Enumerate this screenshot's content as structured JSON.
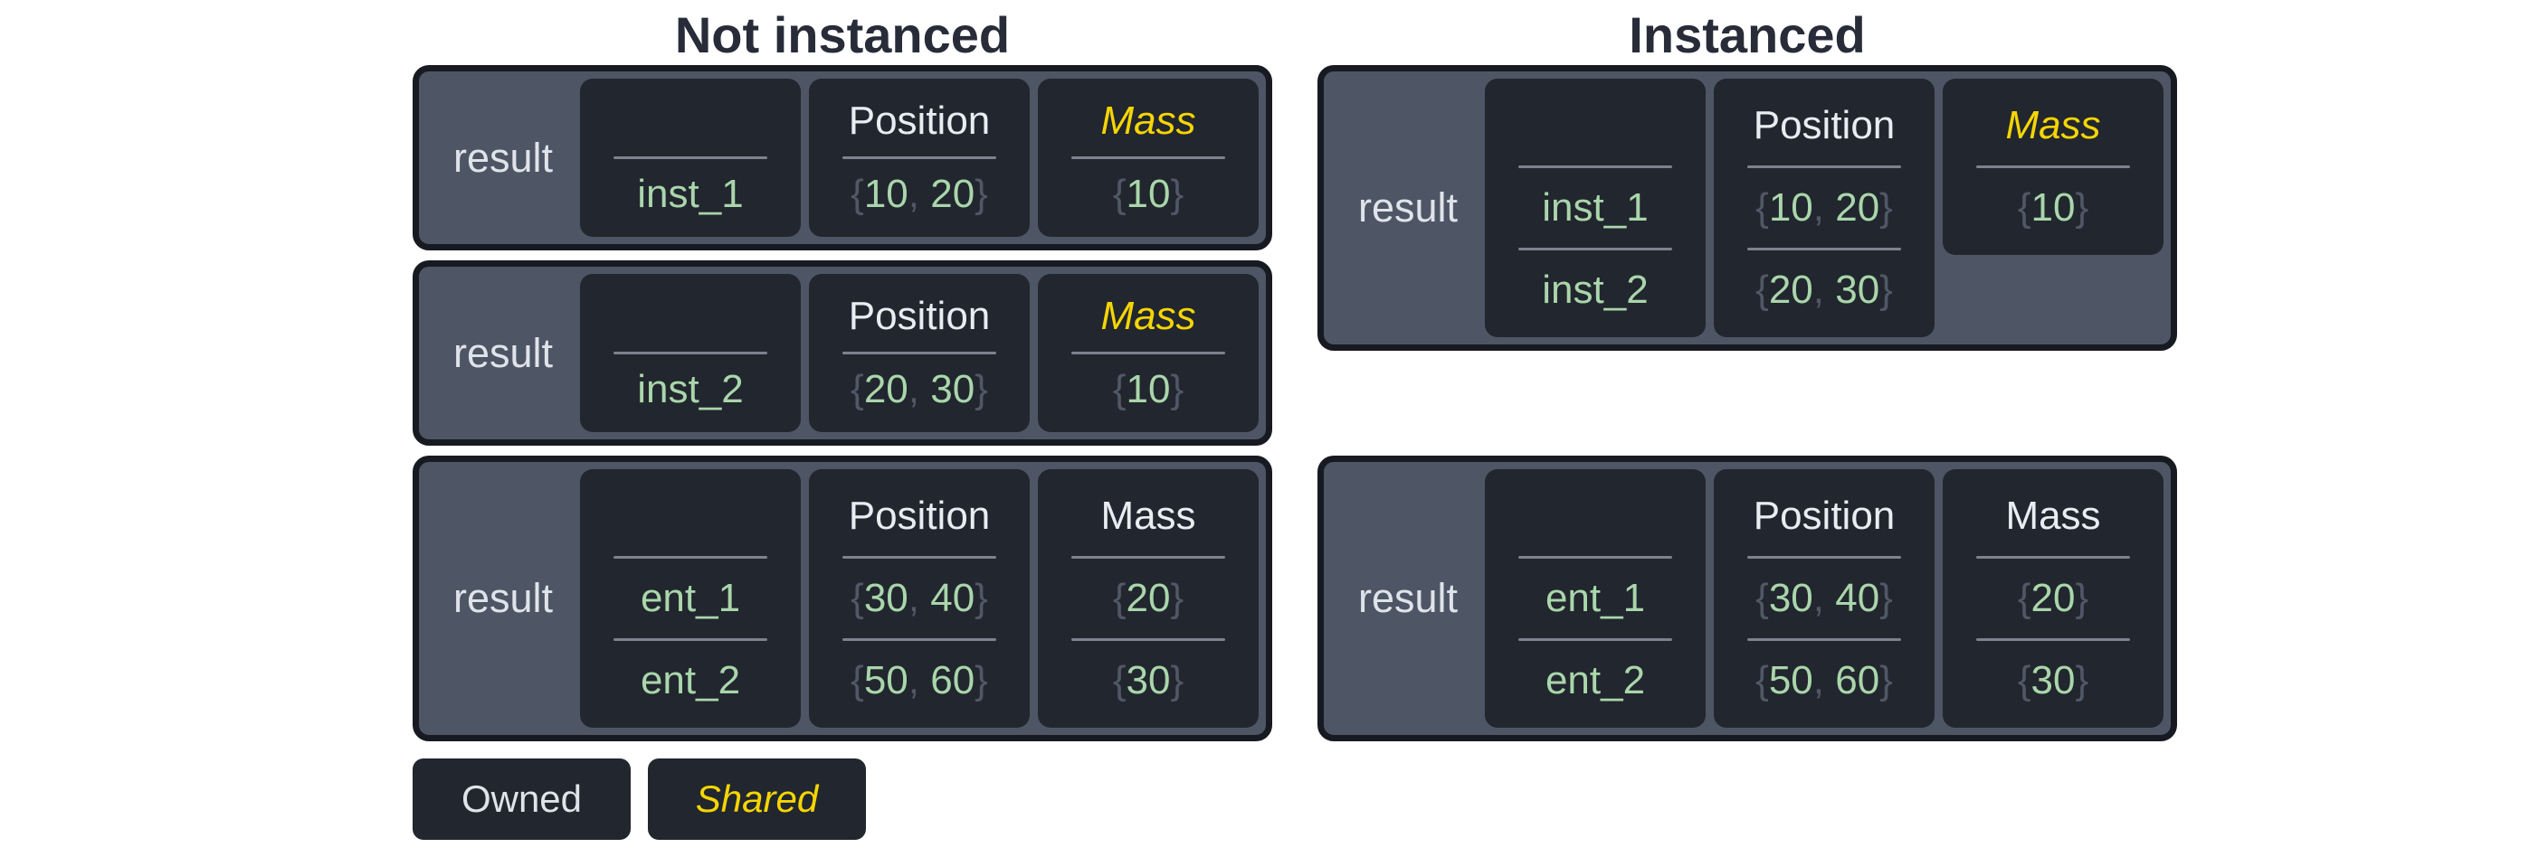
{
  "colors": {
    "page_bg": "#ffffff",
    "title_text": "#272c38",
    "table_bg": "#4e5564",
    "table_border": "#171a21",
    "cell_bg": "#22262e",
    "label_text": "#dfe3ea",
    "header_text": "#e9ecf1",
    "shared_text": "#f5d502",
    "value_text": "#a9d6ab",
    "brace_text": "#505766",
    "divider": "#7d828e"
  },
  "sections": [
    {
      "id": "not-instanced",
      "title": "Not instanced",
      "tables": [
        {
          "label": "result",
          "columns": [
            {
              "header": "",
              "shared": false,
              "values": [
                "inst_1"
              ]
            },
            {
              "header": "Position",
              "shared": false,
              "values": [
                [
                  10,
                  20
                ]
              ]
            },
            {
              "header": "Mass",
              "shared": true,
              "values": [
                [
                  10
                ]
              ]
            }
          ]
        },
        {
          "label": "result",
          "columns": [
            {
              "header": "",
              "shared": false,
              "values": [
                "inst_2"
              ]
            },
            {
              "header": "Position",
              "shared": false,
              "values": [
                [
                  20,
                  30
                ]
              ]
            },
            {
              "header": "Mass",
              "shared": true,
              "values": [
                [
                  10
                ]
              ]
            }
          ]
        },
        {
          "label": "result",
          "columns": [
            {
              "header": "",
              "shared": false,
              "values": [
                "ent_1",
                "ent_2"
              ]
            },
            {
              "header": "Position",
              "shared": false,
              "values": [
                [
                  30,
                  40
                ],
                [
                  50,
                  60
                ]
              ]
            },
            {
              "header": "Mass",
              "shared": false,
              "values": [
                [
                  20
                ],
                [
                  30
                ]
              ]
            }
          ]
        }
      ]
    },
    {
      "id": "instanced",
      "title": "Instanced",
      "tables": [
        {
          "label": "result",
          "columns": [
            {
              "header": "",
              "shared": false,
              "values": [
                "inst_1",
                "inst_2"
              ]
            },
            {
              "header": "Position",
              "shared": false,
              "values": [
                [
                  10,
                  20
                ],
                [
                  20,
                  30
                ]
              ]
            },
            {
              "header": "Mass",
              "shared": true,
              "short": true,
              "values": [
                [
                  10
                ]
              ]
            }
          ]
        },
        {
          "label": "result",
          "columns": [
            {
              "header": "",
              "shared": false,
              "values": [
                "ent_1",
                "ent_2"
              ]
            },
            {
              "header": "Position",
              "shared": false,
              "values": [
                [
                  30,
                  40
                ],
                [
                  50,
                  60
                ]
              ]
            },
            {
              "header": "Mass",
              "shared": false,
              "values": [
                [
                  20
                ],
                [
                  30
                ]
              ]
            }
          ]
        }
      ]
    }
  ],
  "legend": {
    "items": [
      {
        "label": "Owned",
        "style": "owned"
      },
      {
        "label": "Shared",
        "style": "shared"
      }
    ]
  },
  "punctuation": {
    "open_brace": "{",
    "close_brace": "}",
    "separator": ", "
  }
}
